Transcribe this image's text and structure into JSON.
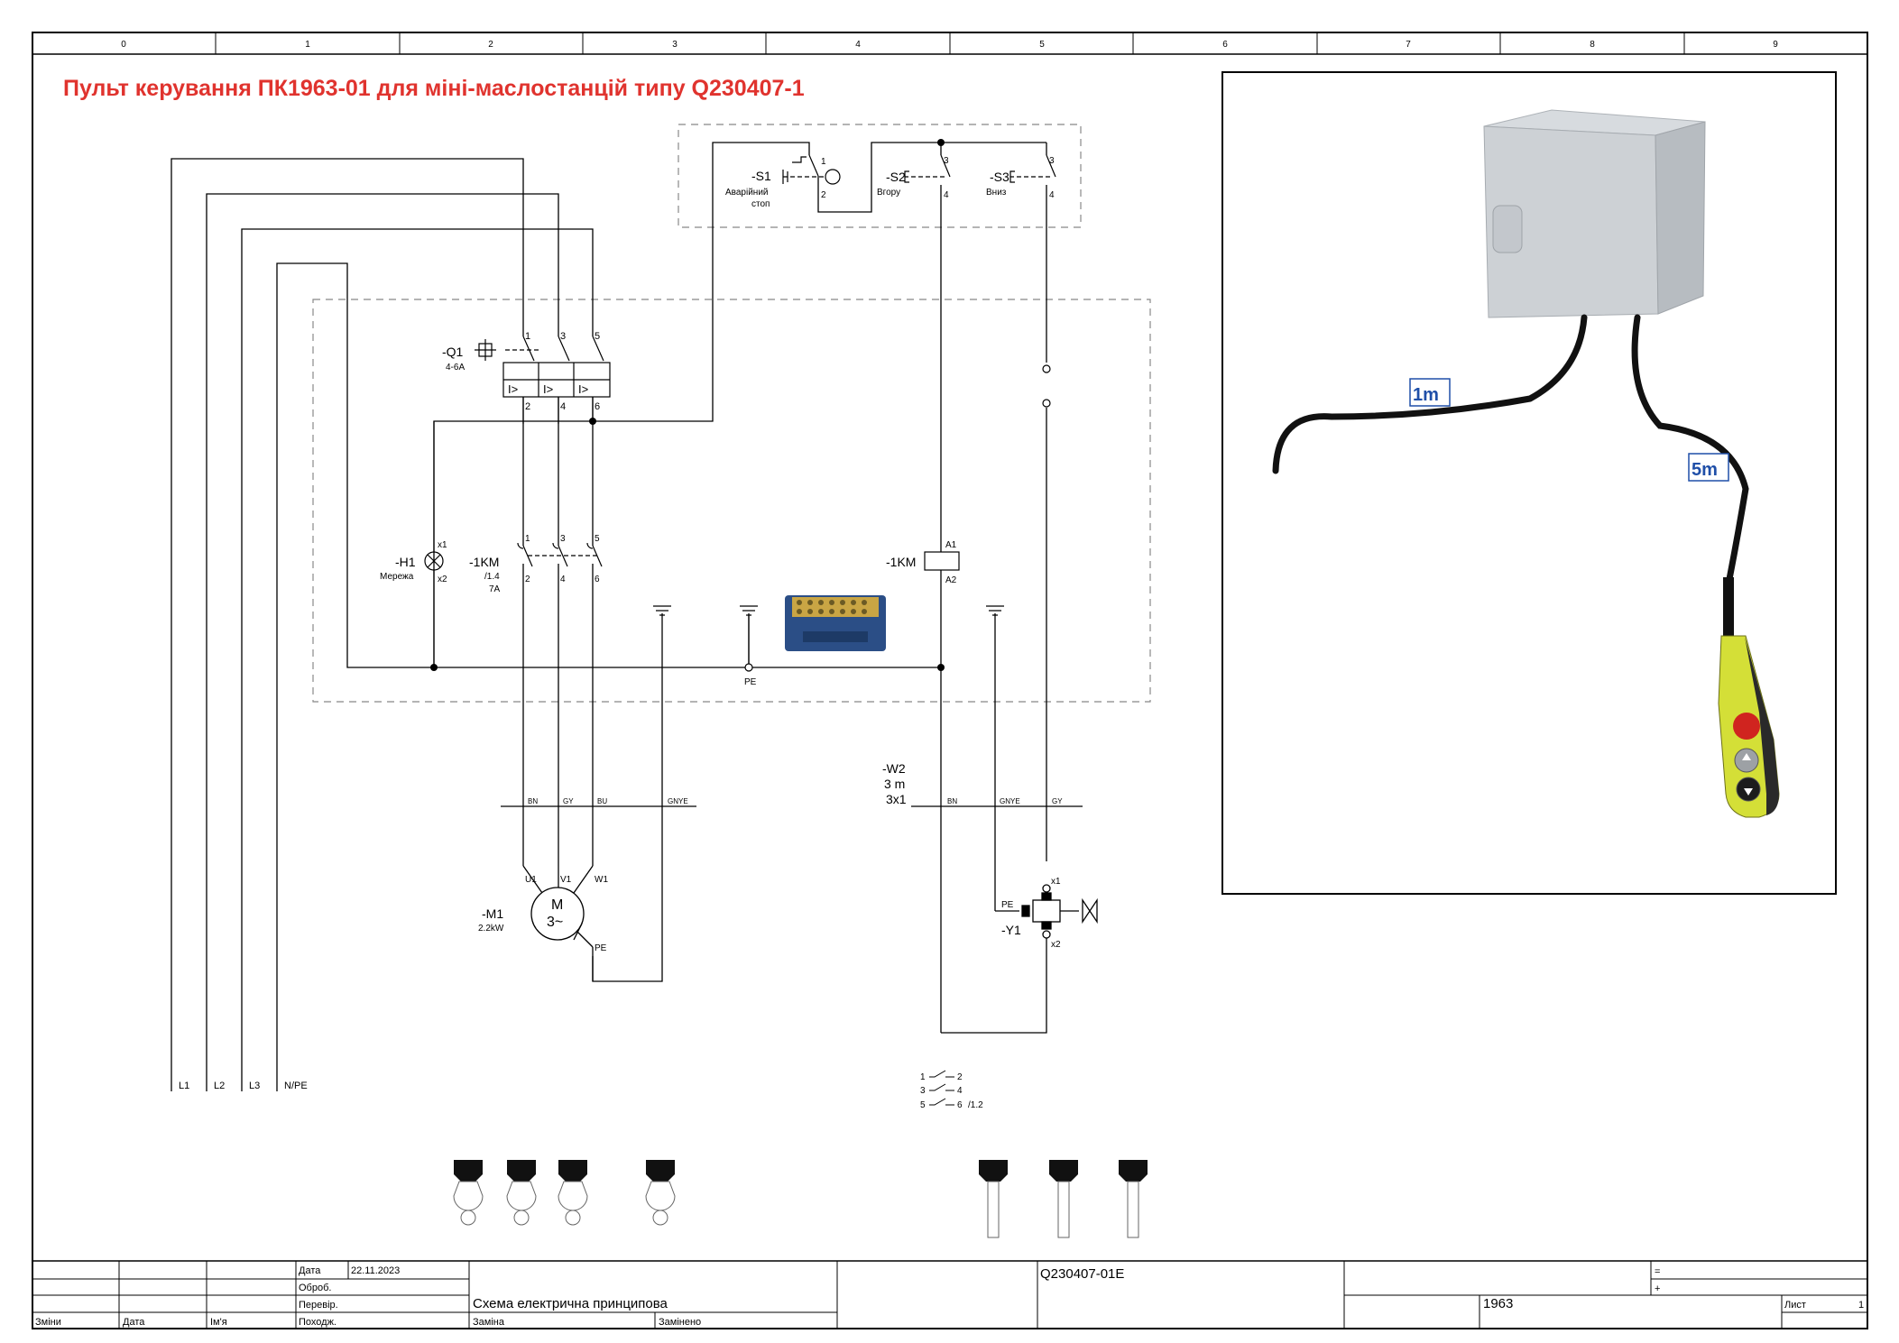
{
  "title": "Пульт керування ПК1963-01 для міні-маслостанцій типу Q230407-1",
  "columns": [
    "0",
    "1",
    "2",
    "3",
    "4",
    "5",
    "6",
    "7",
    "8",
    "9"
  ],
  "components": {
    "q1": {
      "id": "-Q1",
      "rating": "4-6A",
      "top_terms": [
        "1",
        "3",
        "5"
      ],
      "bottom_terms": [
        "2",
        "4",
        "6"
      ],
      "trip": "I>"
    },
    "km_contacts": {
      "id": "-1KM",
      "ref": "/1.4",
      "rating": "7A",
      "top_terms": [
        "1",
        "3",
        "5"
      ],
      "bottom_terms": [
        "2",
        "4",
        "6"
      ]
    },
    "h1": {
      "id": "-H1",
      "label": "Мережа",
      "t1": "x1",
      "t2": "x2"
    },
    "km_coil": {
      "id": "-1KM",
      "a1": "A1",
      "a2": "A2"
    },
    "s1": {
      "id": "-S1",
      "label1": "Аварійний",
      "label2": "стоп",
      "t1": "1",
      "t2": "2"
    },
    "s2": {
      "id": "-S2",
      "label": "Вгору",
      "t1": "3",
      "t2": "4"
    },
    "s3": {
      "id": "-S3",
      "label": "Вниз",
      "t1": "3",
      "t2": "4"
    },
    "pe_label": "PE",
    "m1": {
      "id": "-M1",
      "power": "2.2kW",
      "letter": "M",
      "phase": "3~",
      "u": "U1",
      "v": "V1",
      "w": "W1",
      "pe": "PE"
    },
    "y1": {
      "id": "-Y1",
      "pe": "PE",
      "x1": "x1",
      "x2": "x2"
    },
    "w2": {
      "id": "-W2",
      "length": "3 m",
      "cores": "3x1"
    },
    "cable1_cores": [
      "BN",
      "GY",
      "BU",
      "GNYE"
    ],
    "cable2_cores": [
      "BN",
      "GNYE",
      "GY"
    ],
    "supply": [
      "L1",
      "L2",
      "L3",
      "N/PE"
    ],
    "contact_legend": [
      {
        "a": "1",
        "b": "2",
        "ref": ""
      },
      {
        "a": "3",
        "b": "4",
        "ref": ""
      },
      {
        "a": "5",
        "b": "6",
        "ref": "/1.2"
      }
    ]
  },
  "photo": {
    "cable_short": "1m",
    "cable_long": "5m"
  },
  "title_block": {
    "labels": {
      "date": "Дата",
      "processed": "Оброб.",
      "checked": "Перевір.",
      "origin": "Походж.",
      "changes": "Зміни",
      "date2": "Дата",
      "name": "Ім'я",
      "change": "Заміна",
      "replaced": "Замінено",
      "sheet": "Лист"
    },
    "date_value": "22.11.2023",
    "doc_title": "Схема електрична принципова",
    "doc_number": "Q230407-01E",
    "project": "1963",
    "eq": "=",
    "plus": "+",
    "sheet_no": "1"
  }
}
